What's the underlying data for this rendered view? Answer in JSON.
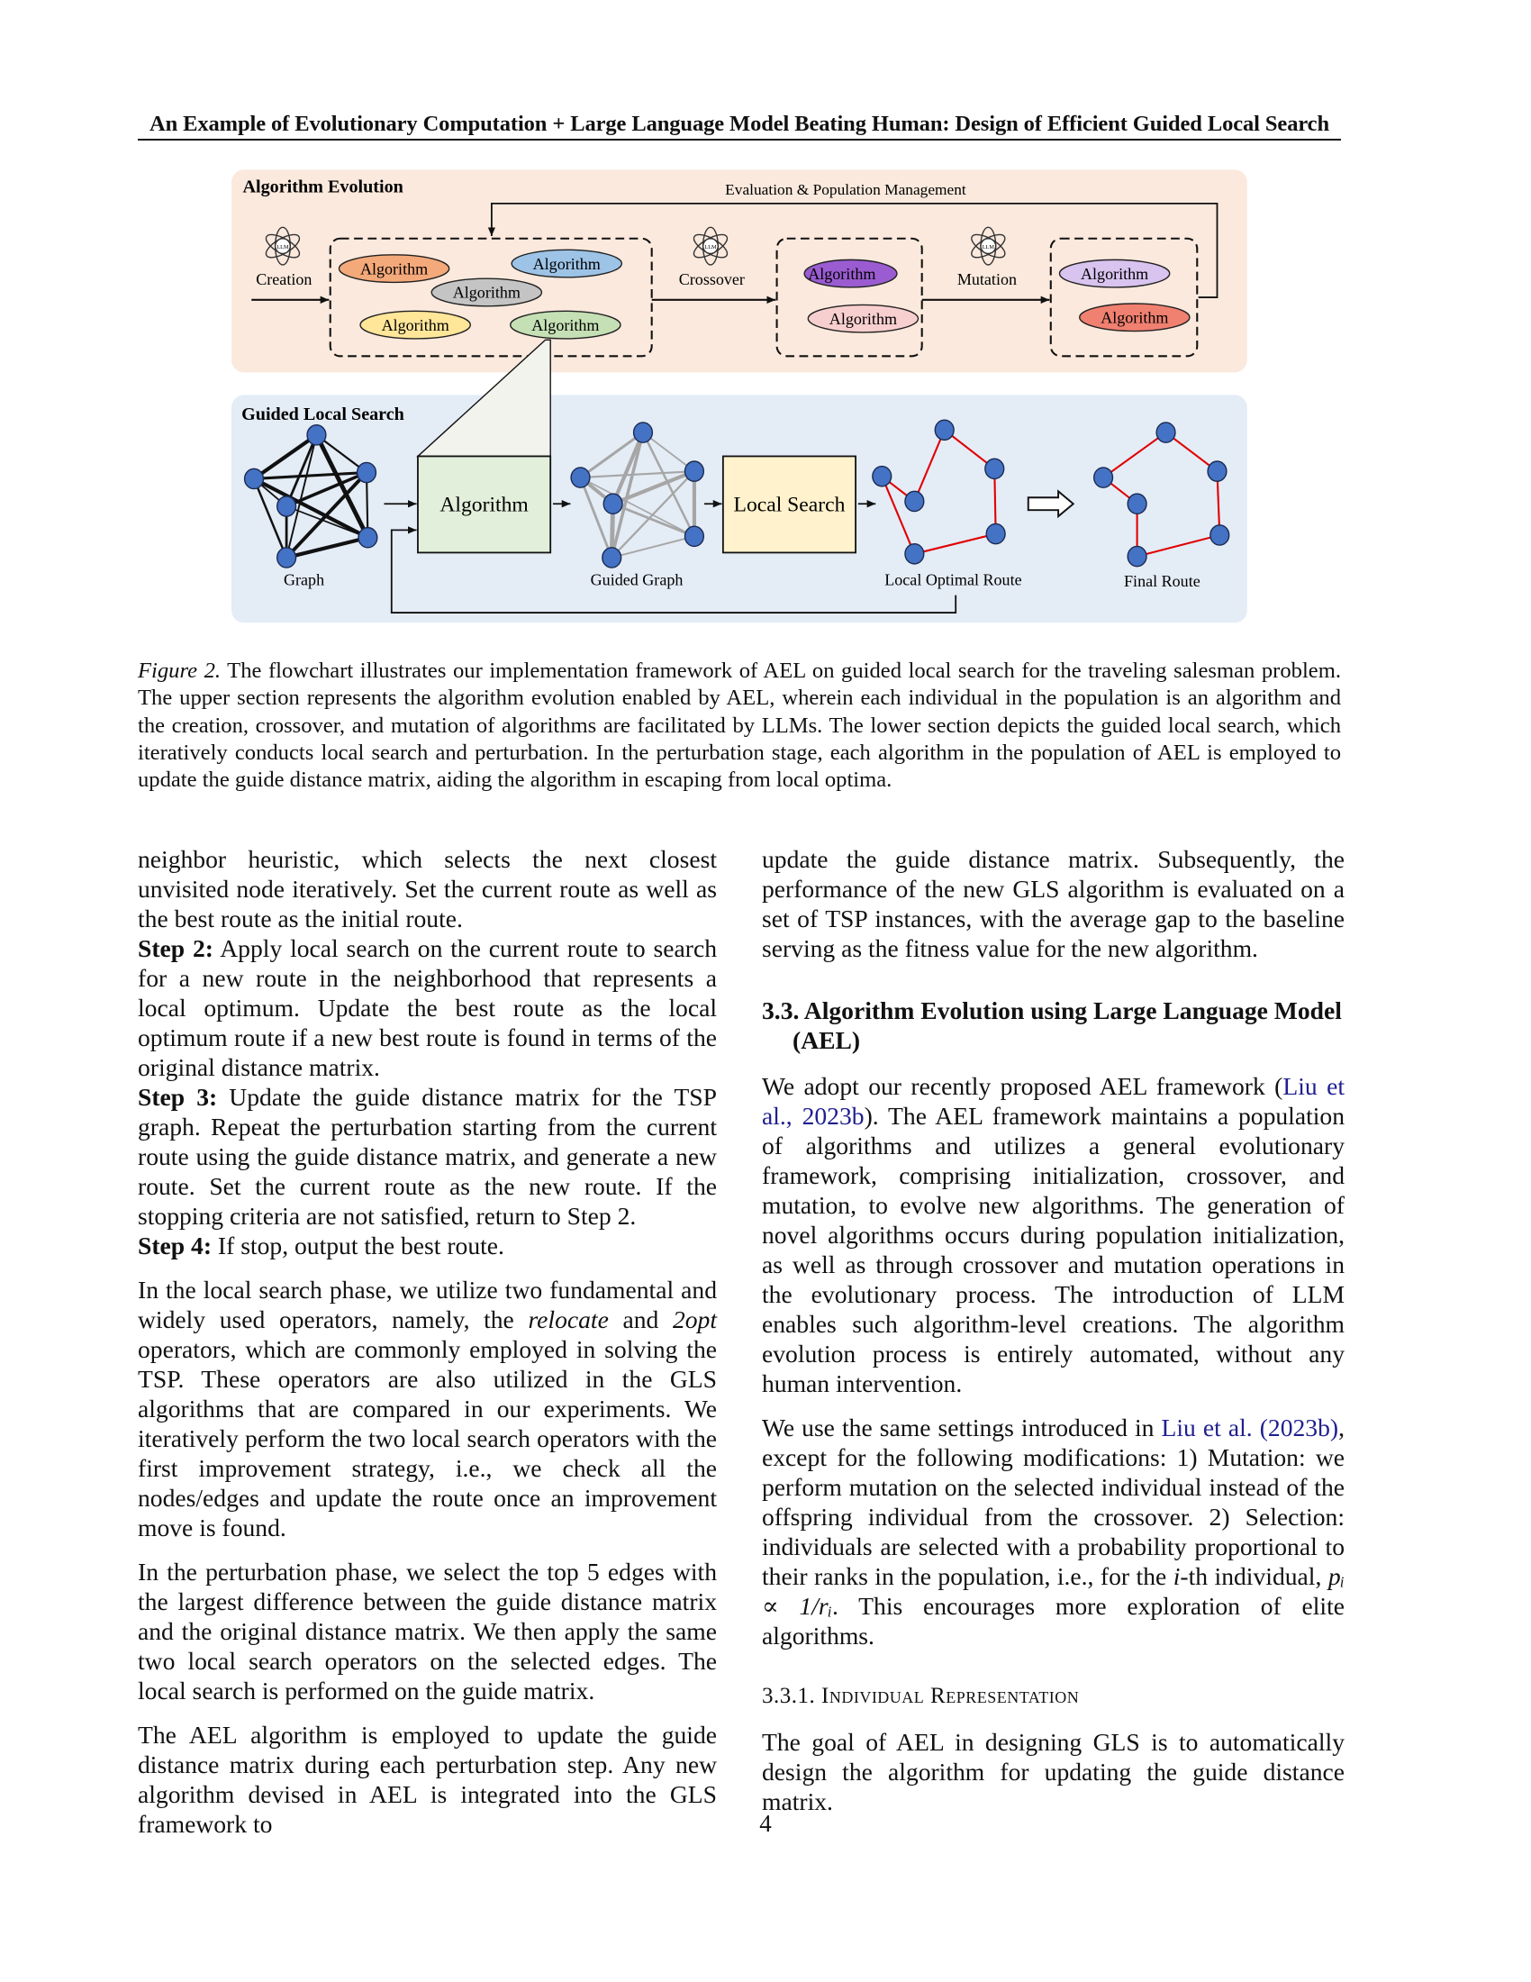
{
  "header": {
    "title": "An Example of Evolutionary Computation + Large Language Model Beating Human: Design of Efficient Guided Local Search"
  },
  "figure": {
    "upper_title": "Algorithm Evolution",
    "eval_label": "Evaluation & Population Management",
    "llm_label": "LLM",
    "creation": "Creation",
    "crossover": "Crossover",
    "mutation": "Mutation",
    "algorithm_label": "Algorithm",
    "lower_title": "Guided Local Search",
    "algorithm_box": "Algorithm",
    "local_search_box": "Local Search",
    "graph": "Graph",
    "guided_graph": "Guided Graph",
    "local_optimal_route": "Local Optimal Route",
    "final_route": "Final Route",
    "colors": {
      "upper_bg": "#fbe9dd",
      "lower_bg": "#e4ecf6",
      "node": "#4472c4",
      "route": "#e00000",
      "algorithm_box": "#e2efda",
      "local_search_box": "#fff2cc"
    }
  },
  "caption": {
    "label": "Figure 2.",
    "text": " The flowchart illustrates our implementation framework of AEL on guided local search for the traveling salesman problem. The upper section represents the algorithm evolution enabled by AEL, wherein each individual in the population is an algorithm and the creation, crossover, and mutation of algorithms are facilitated by LLMs. The lower section depicts the guided local search, which iteratively conducts local search and perturbation. In the perturbation stage, each algorithm in the population of AEL is employed to update the guide distance matrix, aiding the algorithm in escaping from local optima."
  },
  "left": {
    "p1": "neighbor heuristic, which selects the next closest unvisited node iteratively. Set the current route as well as the best route as the initial route.",
    "step2_label": "Step 2:",
    "step2": " Apply local search on the current route to search for a new route in the neighborhood that represents a local optimum. Update the best route as the local optimum route if a new best route is found in terms of the original distance matrix.",
    "step3_label": "Step 3:",
    "step3": " Update the guide distance matrix for the TSP graph. Repeat the perturbation starting from the current route using the guide distance matrix, and generate a new route. Set the current route as the new route. If the stopping criteria are not satisfied, return to Step 2.",
    "step4_label": "Step 4:",
    "step4": " If stop, output the best route.",
    "p2_a": "In the local search phase, we utilize two fundamental and widely used operators, namely, the ",
    "p2_relocate": "relocate",
    "p2_b": " and ",
    "p2_2opt": "2opt",
    "p2_c": " operators, which are commonly employed in solving the TSP. These operators are also utilized in the GLS algorithms that are compared in our experiments. We iteratively perform the two local search operators with the first improvement strategy, i.e., we check all the nodes/edges and update the route once an improvement move is found.",
    "p3": "In the perturbation phase, we select the top 5 edges with the largest difference between the guide distance matrix and the original distance matrix. We then apply the same two local search operators on the selected edges. The local search is performed on the guide matrix.",
    "p4": "The AEL algorithm is employed to update the guide distance matrix during each perturbation step. Any new algorithm devised in AEL is integrated into the GLS framework to"
  },
  "right": {
    "p1": "update the guide distance matrix. Subsequently, the performance of the new GLS algorithm is evaluated on a set of TSP instances, with the average gap to the baseline serving as the fitness value for the new algorithm.",
    "h33": "3.3. Algorithm Evolution using Large Language Model (AEL)",
    "p2_a": "We adopt our recently proposed AEL framework (",
    "p2_cite": "Liu et al., 2023b",
    "p2_b": "). The AEL framework maintains a population of algorithms and utilizes a general evolutionary framework, comprising initialization, crossover, and mutation, to evolve new algorithms. The generation of novel algorithms occurs during population initialization, as well as through crossover and mutation operations in the evolutionary process. The introduction of LLM enables such algorithm-level creations. The algorithm evolution process is entirely automated, without any human intervention.",
    "p3_a": "We use the same settings introduced in ",
    "p3_cite": "Liu et al. (2023b)",
    "p3_b": ", except for the following modifications: 1) Mutation: we perform mutation on the selected individual instead of the offspring individual from the crossover. 2) Selection: individuals are selected with a probability proportional to their ranks in the population, i.e., for the ",
    "p3_i": "i",
    "p3_c": "-th individual, ",
    "p3_math": "pᵢ ∝ 1/rᵢ",
    "p3_d": ". This encourages more exploration of elite algorithms.",
    "h331": "3.3.1. Individual Representation",
    "p4": "The goal of AEL in designing GLS is to automatically design the algorithm for updating the guide distance matrix."
  },
  "page_number": "4"
}
